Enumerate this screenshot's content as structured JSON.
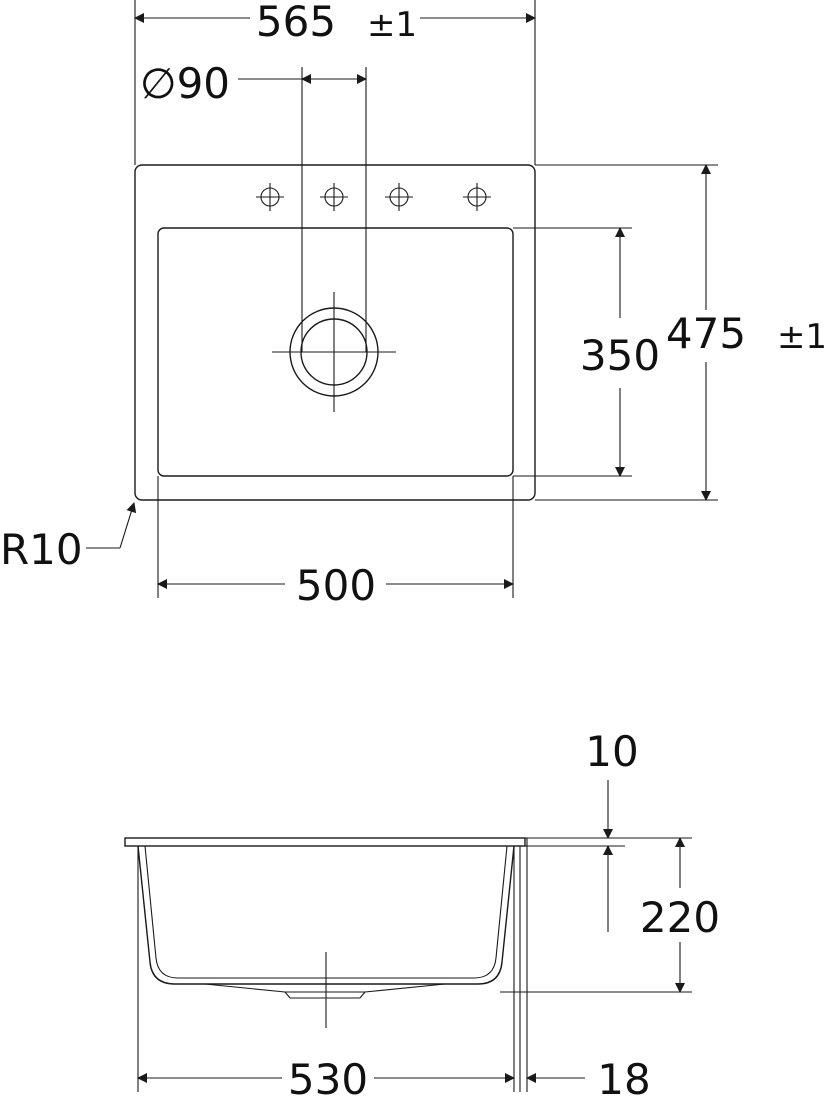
{
  "top_view": {
    "dims": {
      "overall_width": "565",
      "overall_width_tolerance": "±1",
      "drain_diameter": "∅90",
      "overall_depth": "475",
      "overall_depth_tolerance": "±1",
      "bowl_depth": "350",
      "bowl_width": "500",
      "corner_radius": "R10"
    },
    "tap_hole_count": 4
  },
  "side_view": {
    "dims": {
      "rim_thickness": "10",
      "bowl_height": "220",
      "bottom_width": "530",
      "offset": "18"
    }
  }
}
